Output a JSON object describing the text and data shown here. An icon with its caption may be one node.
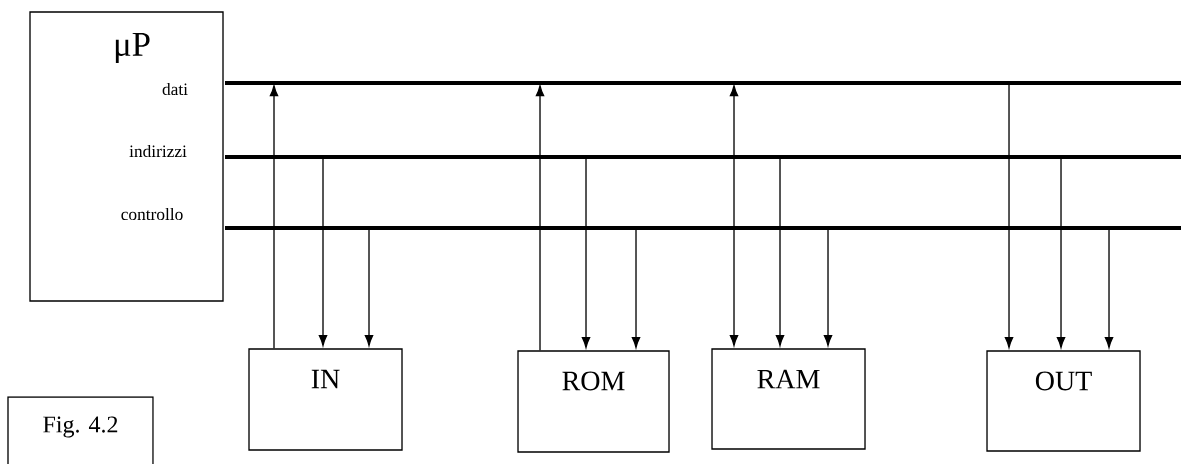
{
  "diagram": {
    "nodes": [
      {
        "text": [
          "μP",
          "dati",
          "indirizzi",
          "controllo"
        ]
      },
      {
        "text": [],
        "shape": "bar"
      },
      {
        "text": [],
        "shape": "bar"
      },
      {
        "text": [],
        "shape": "bar"
      },
      {
        "text": [
          "IN"
        ]
      },
      {
        "text": [
          "ROM"
        ]
      },
      {
        "text": [
          "RAM"
        ]
      },
      {
        "text": [
          "OUT"
        ]
      },
      {
        "text": [
          "Fig. 4.2"
        ]
      }
    ],
    "edges": [
      {
        "from": 4,
        "to": 1,
        "arrow": "to"
      },
      {
        "from": 2,
        "to": 4,
        "arrow": "to"
      },
      {
        "from": 3,
        "to": 4,
        "arrow": "to"
      },
      {
        "from": 5,
        "to": 1,
        "arrow": "to"
      },
      {
        "from": 2,
        "to": 5,
        "arrow": "to"
      },
      {
        "from": 3,
        "to": 5,
        "arrow": "to"
      },
      {
        "from": 1,
        "to": 6,
        "arrow": "both"
      },
      {
        "from": 2,
        "to": 6,
        "arrow": "to"
      },
      {
        "from": 3,
        "to": 6,
        "arrow": "to"
      },
      {
        "from": 1,
        "to": 7,
        "arrow": "to"
      },
      {
        "from": 2,
        "to": 7,
        "arrow": "to"
      },
      {
        "from": 3,
        "to": 7,
        "arrow": "to"
      }
    ]
  }
}
